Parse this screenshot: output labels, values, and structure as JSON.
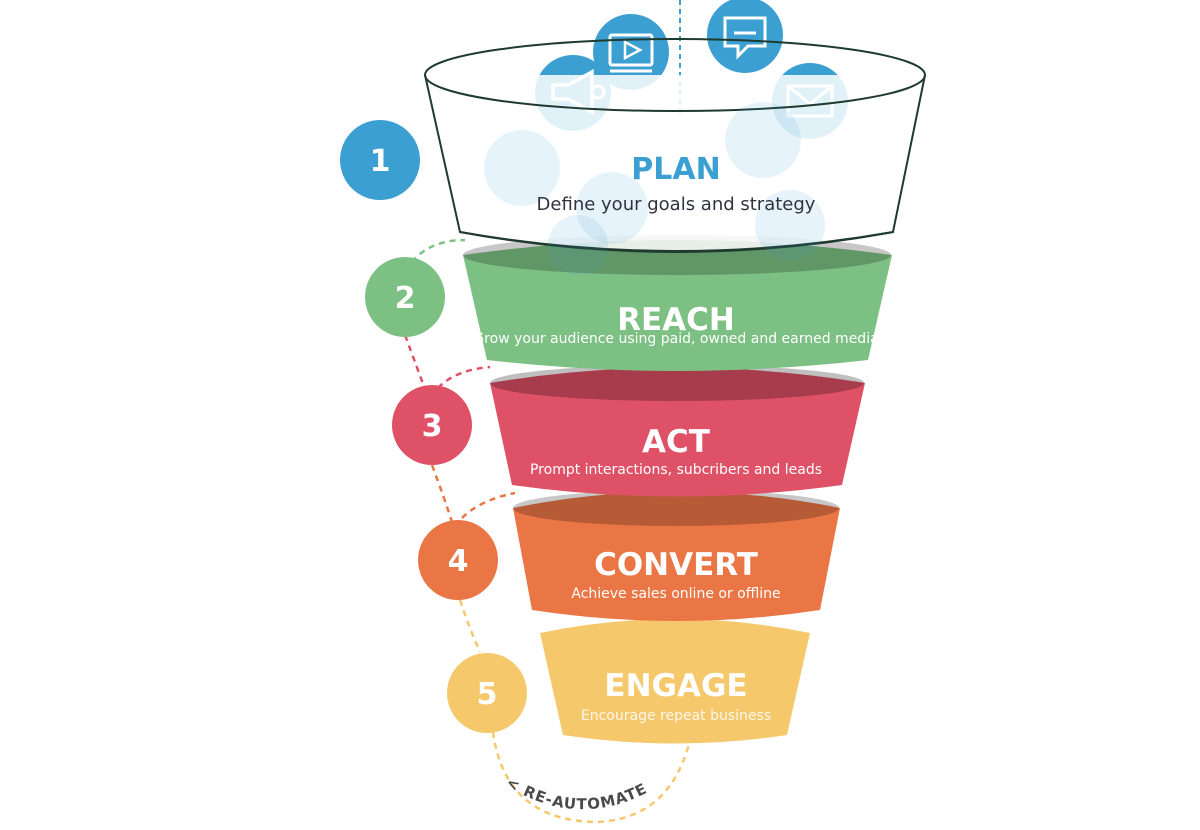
{
  "stages": [
    {
      "number": "1",
      "title": "PLAN",
      "subtitle": "Define your goals and strategy",
      "color": "#3b9fd2"
    },
    {
      "number": "2",
      "title": "REACH",
      "subtitle": "Grow your audience using paid, owned and earned media",
      "color": "#7dc083"
    },
    {
      "number": "3",
      "title": "ACT",
      "subtitle": "Prompt interactions, subcribers and leads",
      "color": "#df5166"
    },
    {
      "number": "4",
      "title": "CONVERT",
      "subtitle": "Achieve sales online or offline",
      "color": "#ea7545"
    },
    {
      "number": "5",
      "title": "ENGAGE",
      "subtitle": "Encourage repeat business",
      "color": "#f5c86b"
    }
  ],
  "loop_label": "< RE-AUTOMATE",
  "icons": [
    "megaphone-icon",
    "video-player-icon",
    "chat-bubble-icon",
    "envelope-icon",
    "document-icon",
    "calendar-icon",
    "folder-icon",
    "badge-icon"
  ]
}
